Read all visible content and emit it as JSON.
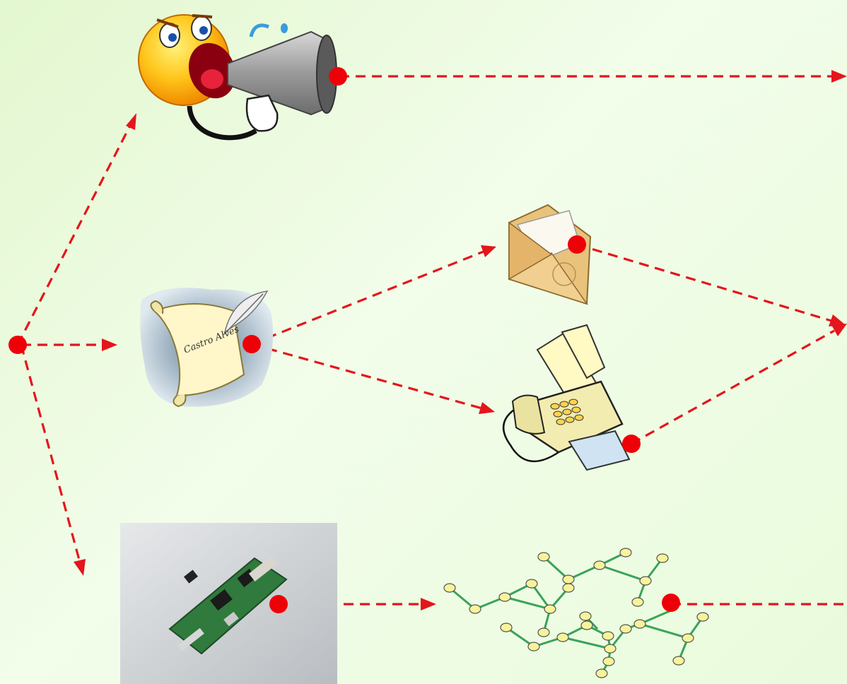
{
  "illustrations": {
    "loudspeaker_icon": "megaphone-shouting-face",
    "scroll_icon": "parchment-scroll-with-quill",
    "envelope_icon": "open-envelope-with-letter",
    "fax_icon": "fax-machine",
    "circuit_icon": "electronic-circuit-board",
    "network_icon": "graph-network"
  },
  "scroll_signature": "Castro Alves",
  "colors": {
    "arrow": "#e4151b",
    "connection_dot": "#ee0008",
    "network_edge": "#3aa35a",
    "network_node": "#f6f39a"
  }
}
